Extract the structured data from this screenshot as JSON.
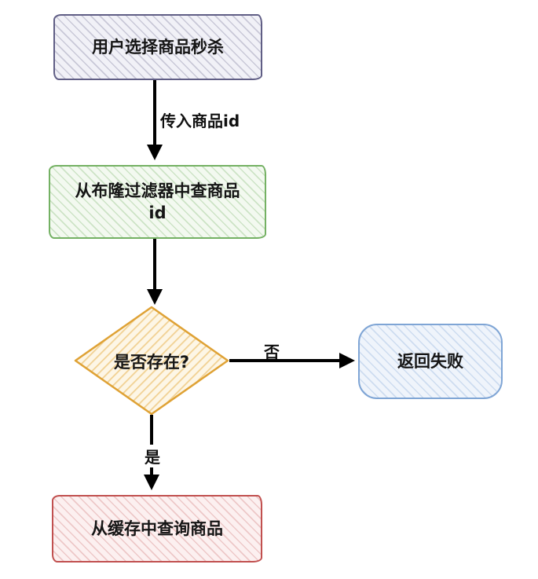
{
  "diagram": {
    "background": "#ffffff",
    "arrow_color": "#000000",
    "nodes": {
      "start": {
        "label": "用户选择商品秒杀",
        "shape": "rectangle",
        "border_color": "#605e85",
        "fill": "#f1f1f7"
      },
      "bloom_check": {
        "label": "从布隆过滤器中查商品id",
        "shape": "rectangle",
        "border_color": "#74b163",
        "fill": "#f3f9f0"
      },
      "exists_decision": {
        "label": "是否存在?",
        "shape": "diamond",
        "border_color": "#dfa235",
        "fill": "#fdf6e6"
      },
      "return_fail": {
        "label": "返回失败",
        "shape": "rounded-rectangle",
        "border_color": "#7fa5d5",
        "fill": "#eff4fb"
      },
      "cache_query": {
        "label": "从缓存中查询商品",
        "shape": "rectangle",
        "border_color": "#c1504f",
        "fill": "#fcf0f0"
      }
    },
    "edges": {
      "start_to_bloom": {
        "label": "传入商品id"
      },
      "decision_no": {
        "label": "否"
      },
      "decision_yes": {
        "label": "是"
      }
    }
  }
}
